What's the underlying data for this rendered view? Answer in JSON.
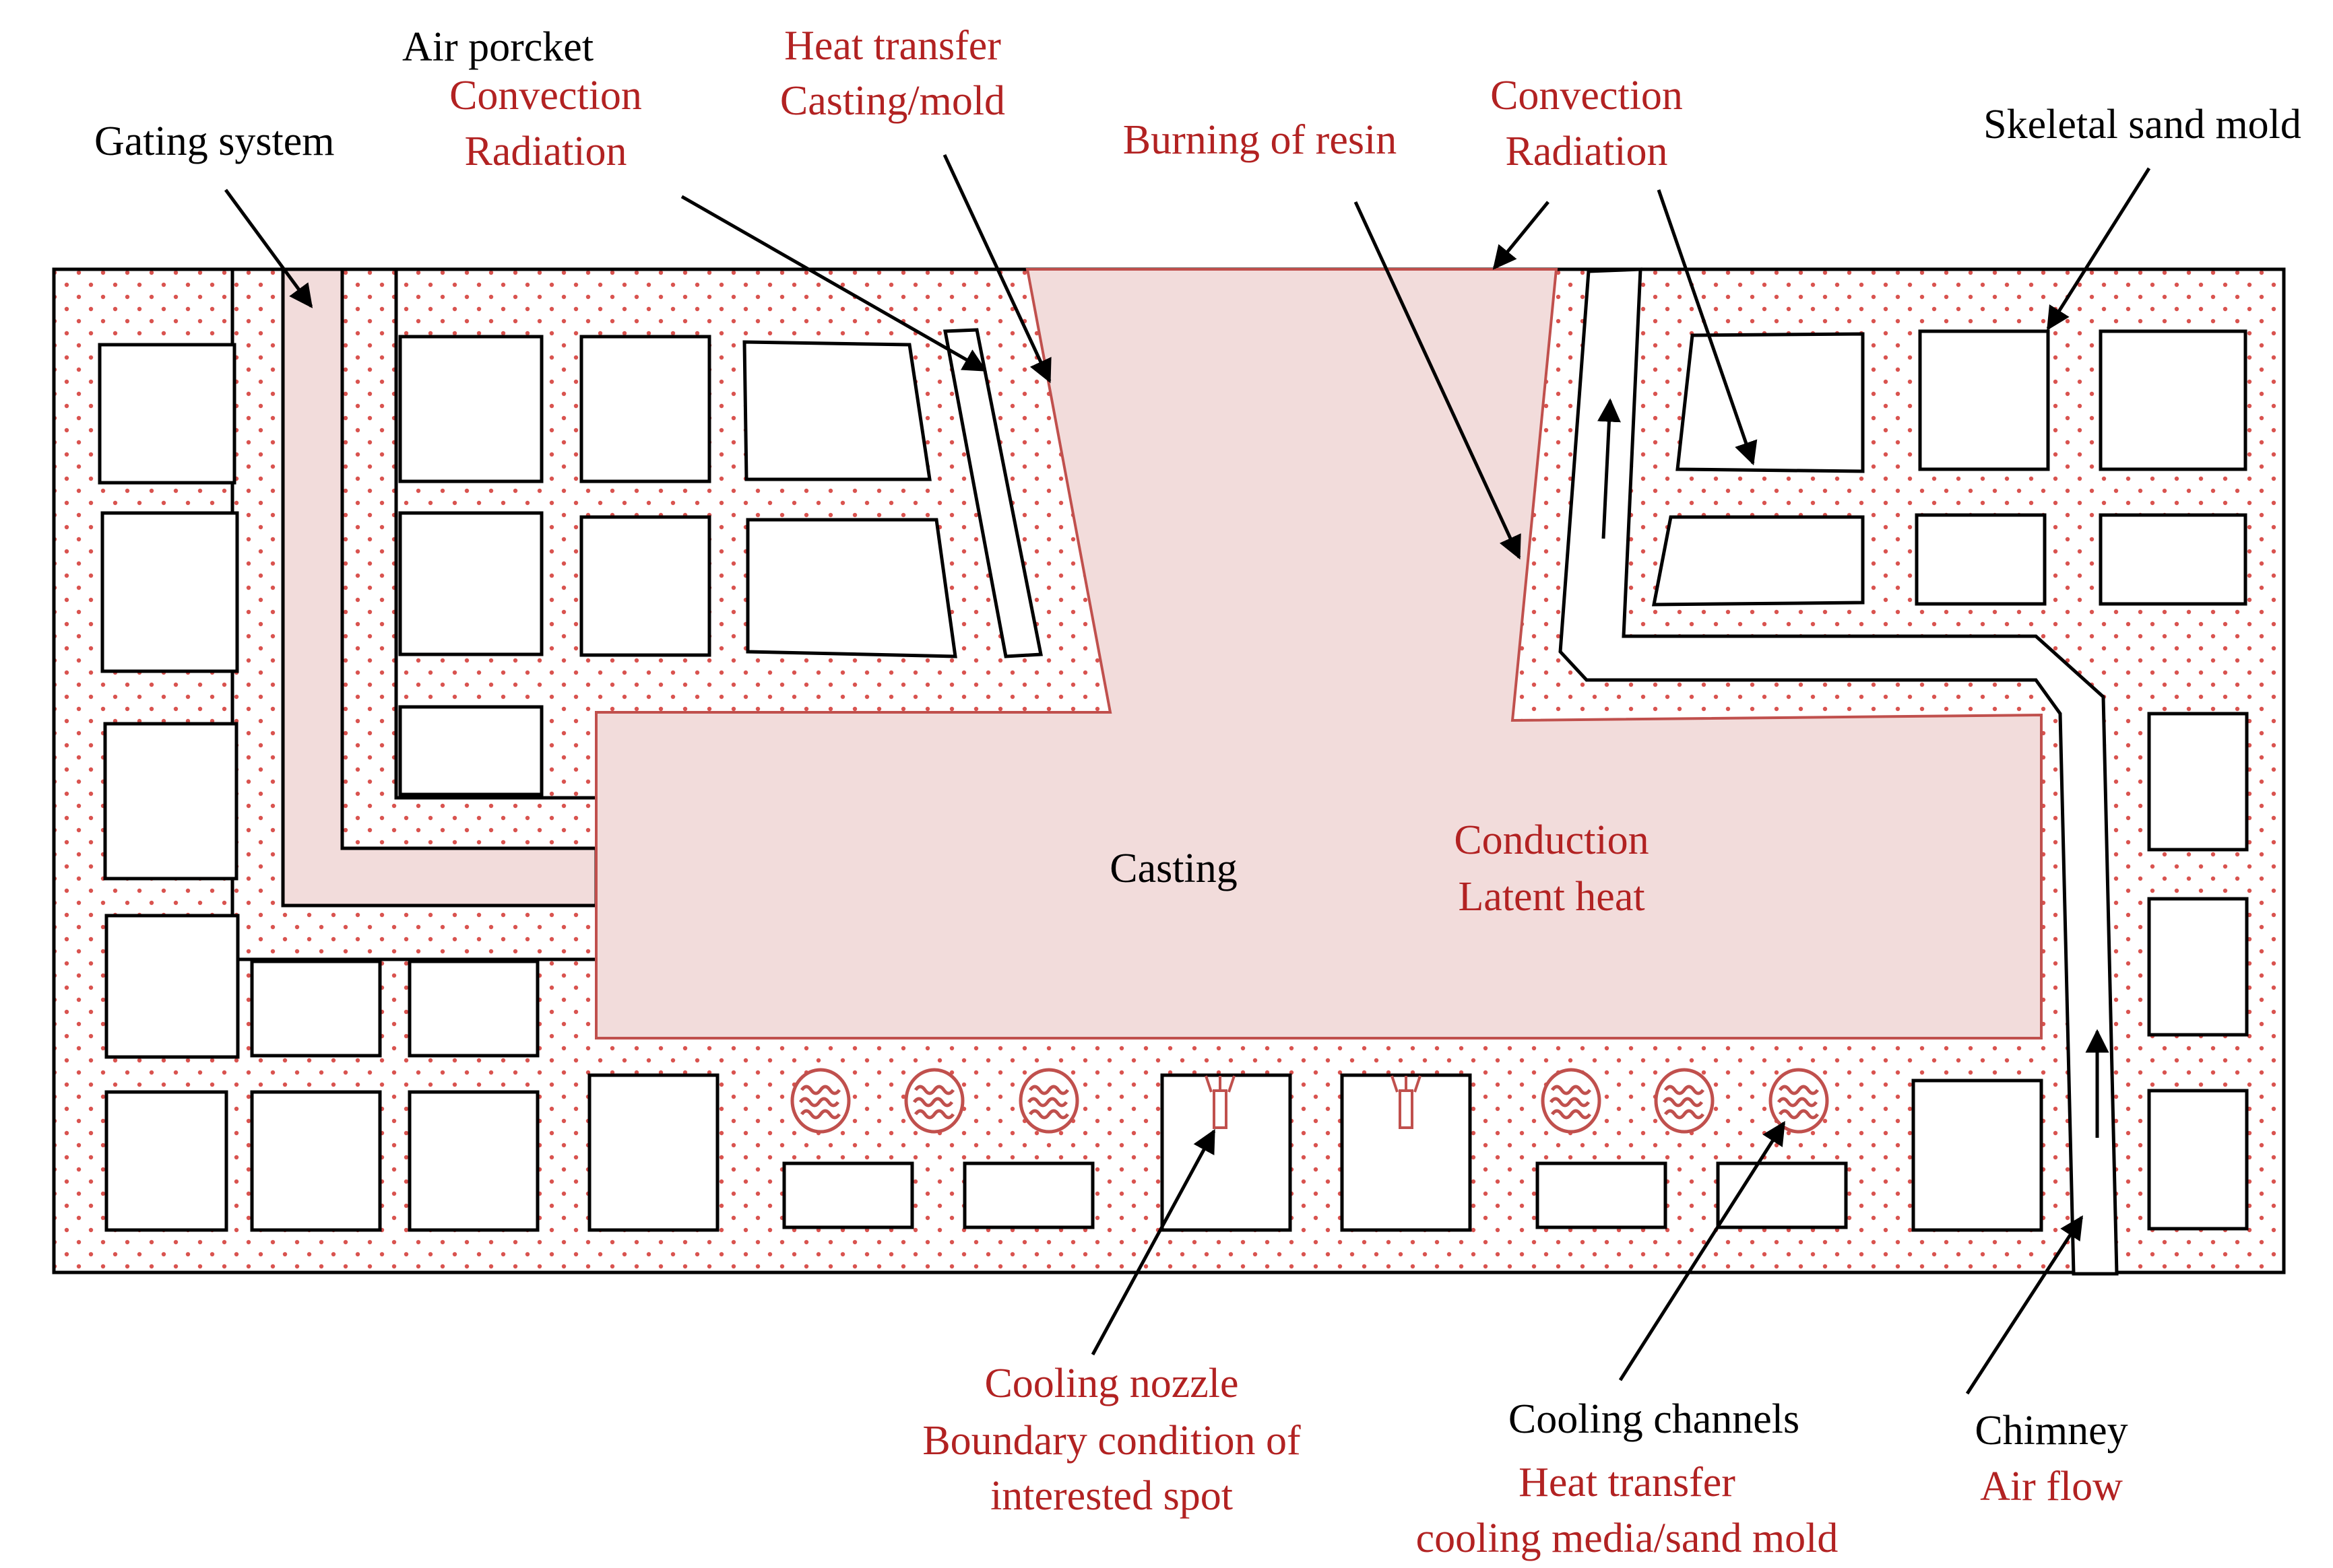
{
  "labels": {
    "gating_system": "Gating system",
    "air_pocket": "Air porcket",
    "convection_left": "Convection",
    "radiation_left": "Radiation",
    "heat_transfer_top": "Heat transfer",
    "casting_mold": "Casting/mold",
    "burning_of_resin": "Burning of resin",
    "convection_right": "Convection",
    "radiation_right": "Radiation",
    "skeletal_sand_mold": "Skeletal sand mold",
    "casting": "Casting",
    "conduction": "Conduction",
    "latent_heat": "Latent heat",
    "cooling_nozzle": "Cooling nozzle",
    "boundary_condition": "Boundary condition of",
    "interested_spot": "interested spot",
    "cooling_channels": "Cooling channels",
    "heat_transfer_bottom": "Heat transfer",
    "cooling_media": "cooling media/sand mold",
    "chimney": "Chimney",
    "air_flow": "Air flow"
  },
  "colors": {
    "annotation_red": "#b22222",
    "casting_fill": "#f2dcdb",
    "sand_dot": "#d9534f",
    "outline": "#000000"
  },
  "icons": {
    "cooling_channel": "wavy-circle-icon",
    "cooling_nozzle": "nozzle-icon",
    "arrow": "arrow-icon"
  }
}
